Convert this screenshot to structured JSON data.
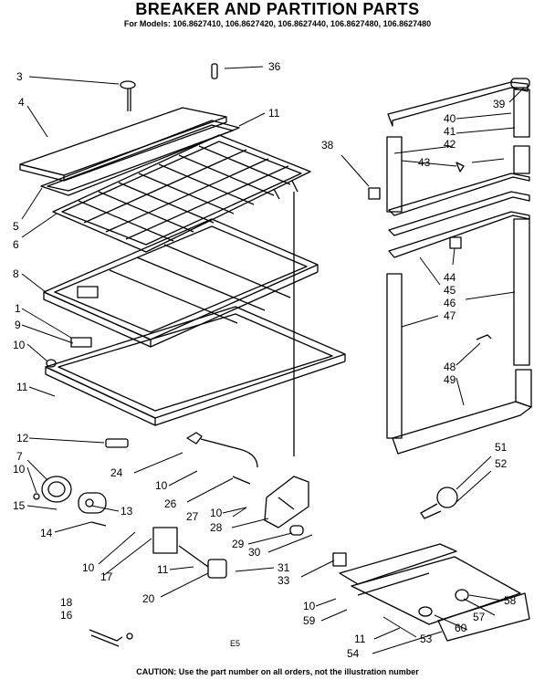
{
  "title": "BREAKER AND PARTITION PARTS",
  "models": "For Models: 106.8627410, 106.8627420, 106.8627440, 106.8627480, 106.8627480",
  "figure_ref": "E5",
  "caution": "CAUTION: Use the part number on all orders, not the illustration number",
  "callouts": [
    {
      "label": "3"
    },
    {
      "label": "36"
    },
    {
      "label": "4"
    },
    {
      "label": "11"
    },
    {
      "label": "5"
    },
    {
      "label": "6"
    },
    {
      "label": "8"
    },
    {
      "label": "1"
    },
    {
      "label": "9"
    },
    {
      "label": "10"
    },
    {
      "label": "11"
    },
    {
      "label": "12"
    },
    {
      "label": "7"
    },
    {
      "label": "10"
    },
    {
      "label": "15"
    },
    {
      "label": "13"
    },
    {
      "label": "14"
    },
    {
      "label": "24"
    },
    {
      "label": "10"
    },
    {
      "label": "26"
    },
    {
      "label": "27"
    },
    {
      "label": "10"
    },
    {
      "label": "28"
    },
    {
      "label": "29"
    },
    {
      "label": "30"
    },
    {
      "label": "10"
    },
    {
      "label": "17"
    },
    {
      "label": "11"
    },
    {
      "label": "31"
    },
    {
      "label": "33"
    },
    {
      "label": "20"
    },
    {
      "label": "18"
    },
    {
      "label": "16"
    },
    {
      "label": "10"
    },
    {
      "label": "59"
    },
    {
      "label": "11"
    },
    {
      "label": "53"
    },
    {
      "label": "54"
    },
    {
      "label": "60"
    },
    {
      "label": "57"
    },
    {
      "label": "58"
    },
    {
      "label": "38"
    },
    {
      "label": "39"
    },
    {
      "label": "40"
    },
    {
      "label": "41"
    },
    {
      "label": "42"
    },
    {
      "label": "43"
    },
    {
      "label": "44"
    },
    {
      "label": "45"
    },
    {
      "label": "46"
    },
    {
      "label": "47"
    },
    {
      "label": "48"
    },
    {
      "label": "49"
    },
    {
      "label": "51"
    },
    {
      "label": "52"
    }
  ]
}
